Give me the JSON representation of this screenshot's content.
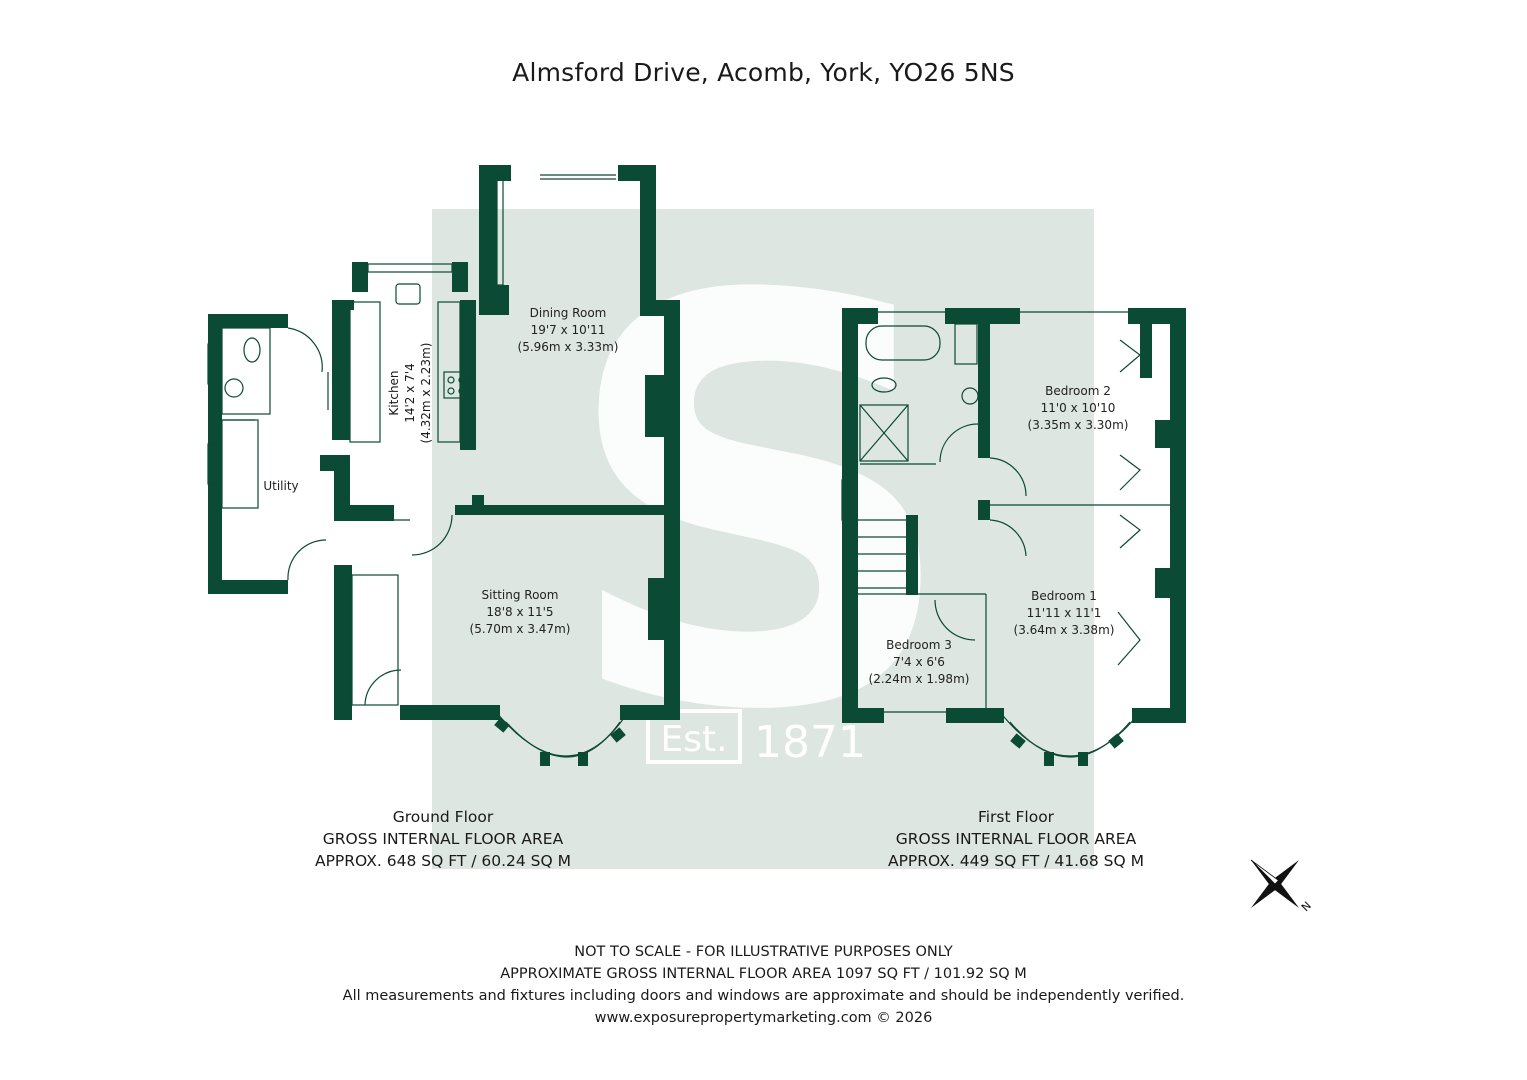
{
  "address": "Almsford Drive, Acomb, York, YO26 5NS",
  "colors": {
    "wall": "#0b4a35",
    "watermark": "#dde6e1",
    "text": "#1a1a1a"
  },
  "watermark": {
    "est_label": "Est.",
    "year": "1871"
  },
  "rooms": {
    "dining": {
      "name": "Dining Room",
      "dims": "19'7 x 10'11",
      "metric": "(5.96m x 3.33m)"
    },
    "kitchen": {
      "name": "Kitchen",
      "dims": "14'2 x 7'4",
      "metric": "(4.32m x 2.23m)"
    },
    "utility": {
      "name": "Utility"
    },
    "sitting": {
      "name": "Sitting Room",
      "dims": "18'8 x 11'5",
      "metric": "(5.70m x 3.47m)"
    },
    "bedroom2": {
      "name": "Bedroom 2",
      "dims": "11'0 x 10'10",
      "metric": "(3.35m x 3.30m)"
    },
    "bedroom1": {
      "name": "Bedroom 1",
      "dims": "11'11 x 11'1",
      "metric": "(3.64m x 3.38m)"
    },
    "bedroom3": {
      "name": "Bedroom 3",
      "dims": "7'4 x 6'6",
      "metric": "(2.24m x 1.98m)"
    }
  },
  "floors": {
    "ground": {
      "name": "Ground Floor",
      "area_label": "GROSS INTERNAL FLOOR AREA",
      "area": "APPROX. 648 SQ FT / 60.24 SQ M"
    },
    "first": {
      "name": "First Floor",
      "area_label": "GROSS INTERNAL FLOOR AREA",
      "area": "APPROX. 449 SQ FT / 41.68 SQ M"
    }
  },
  "compass": {
    "icon": "compass-icon",
    "label": "N"
  },
  "footer": {
    "line1": "NOT TO SCALE - FOR ILLUSTRATIVE PURPOSES ONLY",
    "line2": "APPROXIMATE GROSS INTERNAL FLOOR AREA 1097 SQ FT / 101.92 SQ M",
    "line3": "All measurements and fixtures including doors and windows are approximate and should be independently verified.",
    "line4": "www.exposurepropertymarketing.com © 2026"
  }
}
